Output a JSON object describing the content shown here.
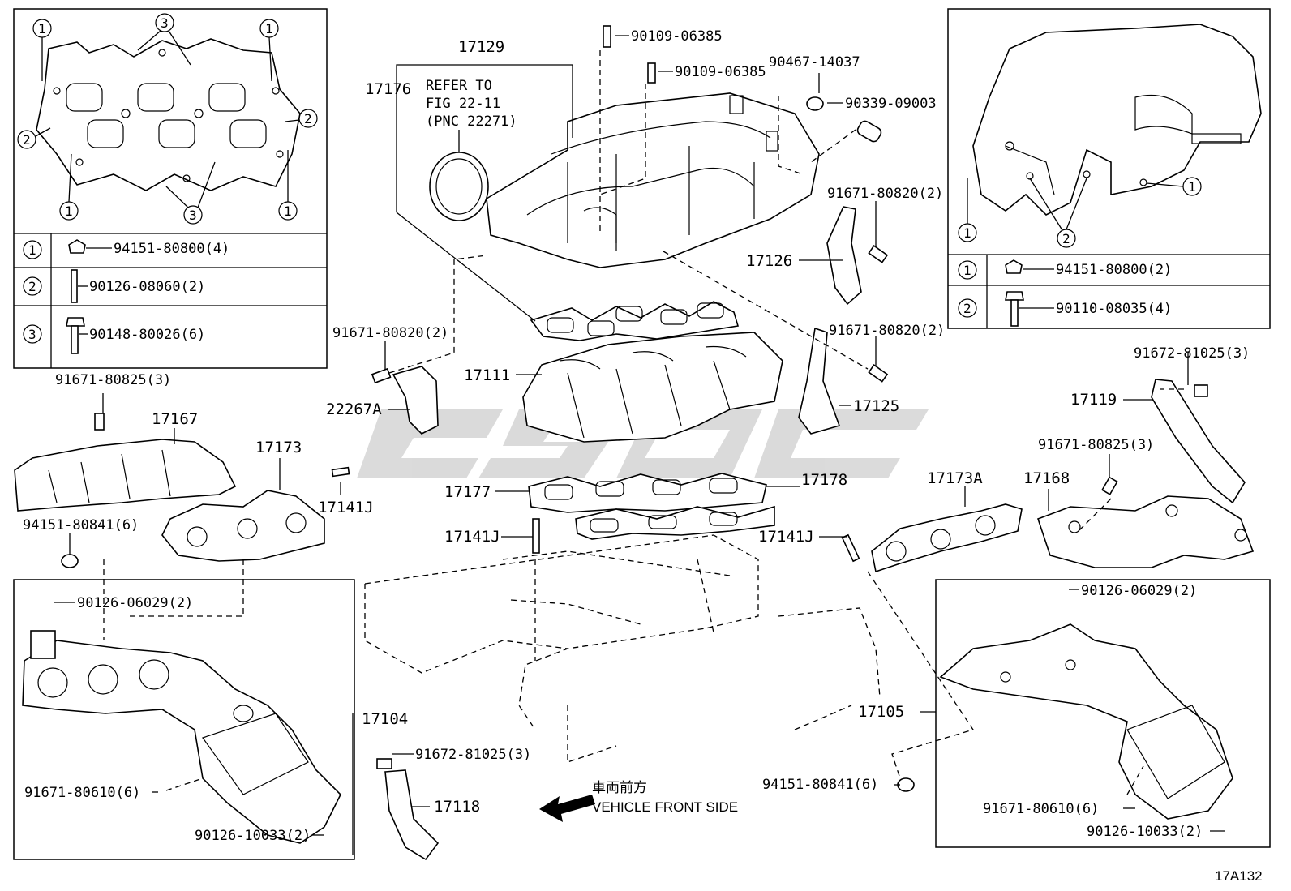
{
  "diagram_id": "17A132",
  "front_side": {
    "japanese": "車両前方",
    "english": "VEHICLE FRONT SIDE"
  },
  "refer": {
    "line1": "REFER TO",
    "line2": "FIG 22-11",
    "line3": "(PNC 22271)"
  },
  "callouts": {
    "c17129": "17129",
    "c17176": "17176",
    "c17111": "17111",
    "c17126": "17126",
    "c17125": "17125",
    "c22267A": "22267A",
    "c17167": "17167",
    "c17173": "17173",
    "c17141J_a": "17141J",
    "c17177": "17177",
    "c17178": "17178",
    "c17141J_b": "17141J",
    "c17173A": "17173A",
    "c17141J_c": "17141J",
    "c17119": "17119",
    "c17168": "17168",
    "c17104": "17104",
    "c17105": "17105",
    "c17118": "17118"
  },
  "fasteners": {
    "f1": "90109-06385",
    "f2": "90109-06385",
    "f3": "90467-14037",
    "f4": "90339-09003",
    "f5": "91671-80820(2)",
    "f6": "91671-80820(2)",
    "f7": "91671-80820(2)",
    "f8": "91671-80825(3)",
    "f9": "94151-80841(6)",
    "f10": "90126-06029(2)",
    "f11": "91671-80610(6)",
    "f12": "90126-10033(2)",
    "f13": "91672-81025(3)",
    "f14": "91672-81025(3)",
    "f15": "91671-80825(3)",
    "f16": "90126-06029(2)",
    "f17": "94151-80841(6)",
    "f18": "91671-80610(6)",
    "f19": "90126-10033(2)"
  },
  "left_table": {
    "rows": [
      {
        "num": "1",
        "part": "94151-80800(4)"
      },
      {
        "num": "2",
        "part": "90126-08060(2)"
      },
      {
        "num": "3",
        "part": "90148-80026(6)"
      }
    ],
    "gasket_markers": [
      "1",
      "3",
      "1",
      "2",
      "2",
      "1",
      "3",
      "1"
    ]
  },
  "right_table": {
    "rows": [
      {
        "num": "1",
        "part": "94151-80800(2)"
      },
      {
        "num": "2",
        "part": "90110-08035(4)"
      }
    ],
    "manifold_markers": [
      "1",
      "2",
      "1"
    ]
  }
}
